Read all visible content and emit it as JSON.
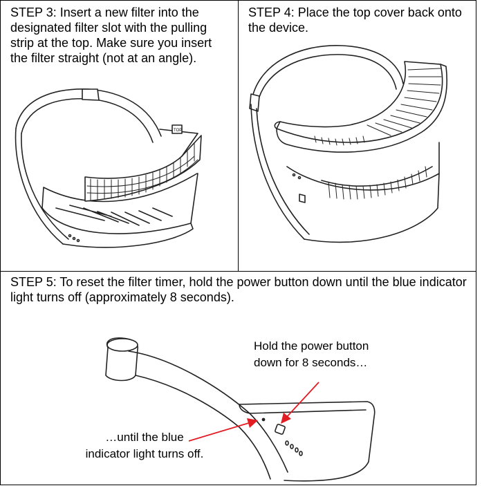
{
  "steps": [
    {
      "id": 3,
      "text": "STEP 3: Insert a new filter into the designated filter slot with the pulling strip at the top. Make sure you insert the filter straight (not at an angle).",
      "filter_tab_label": "TOP"
    },
    {
      "id": 4,
      "text": "STEP 4: Place the top cover back onto the device."
    },
    {
      "id": 5,
      "text": "STEP 5: To reset the filter timer, hold the power button down until the blue indicator light turns off (approximately 8 seconds).",
      "callout_power_line1": "Hold the power button",
      "callout_power_line2": "down for 8 seconds…",
      "callout_light_line1": "…until the blue",
      "callout_light_line2": "indicator light turns off."
    }
  ],
  "colors": {
    "arrow": "#e31b23",
    "line": "#222222"
  }
}
